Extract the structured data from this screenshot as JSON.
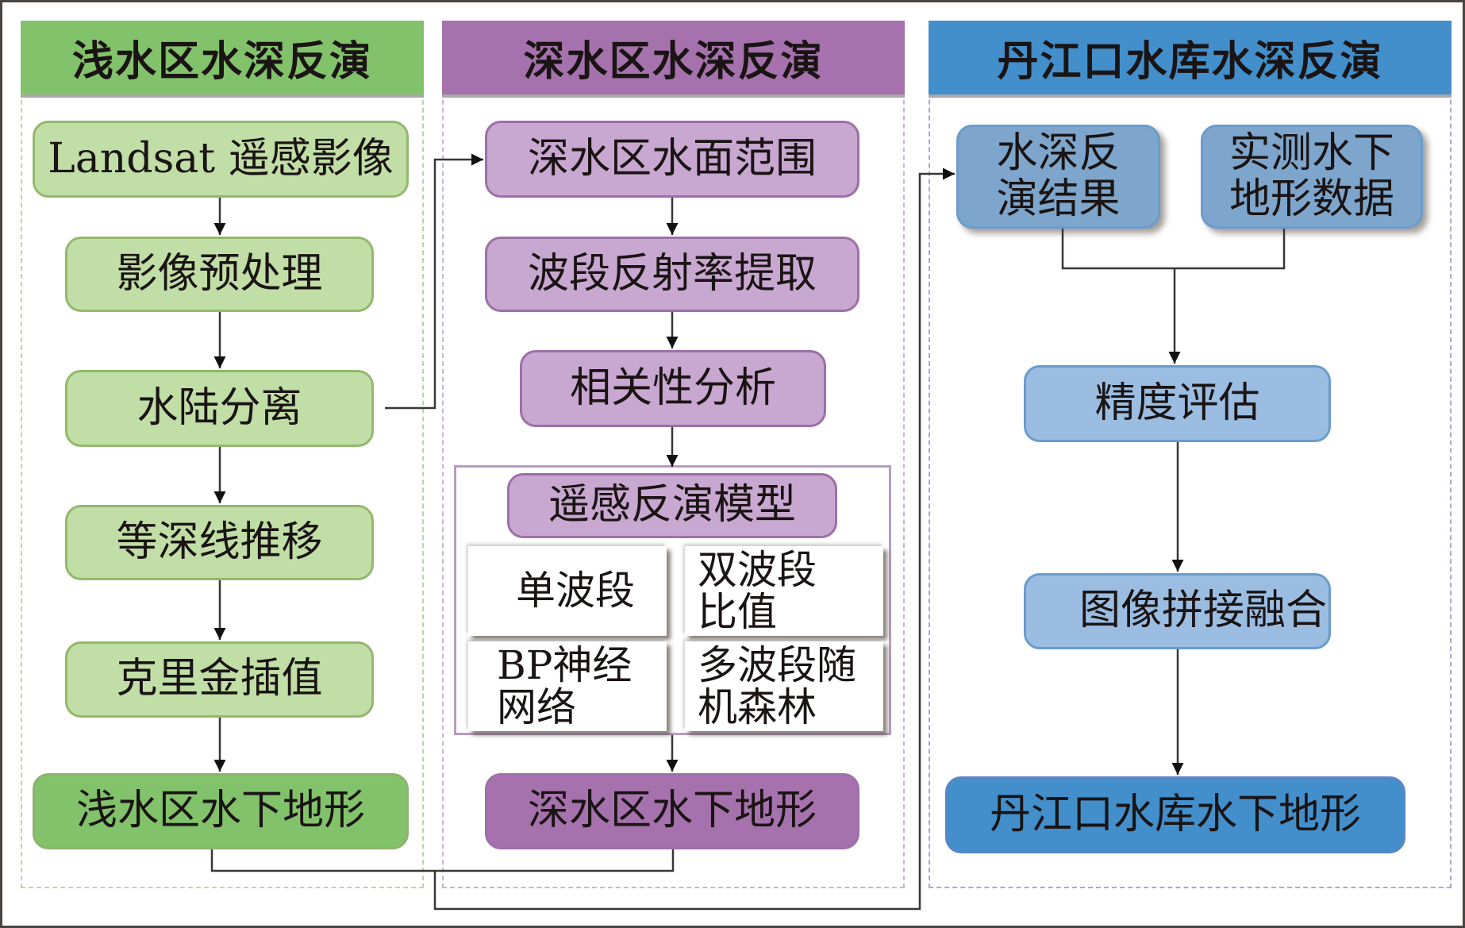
{
  "diagram": {
    "columns": [
      {
        "title": "浅水区水深反演",
        "color": "#82c26b",
        "steps": [
          "Landsat 遥感影像",
          "影像预处理",
          "水陆分离",
          "等深线推移",
          "克里金插值"
        ],
        "output": "浅水区水下地形"
      },
      {
        "title": "深水区水深反演",
        "color": "#a672ad",
        "steps": [
          "深水区水面范围",
          "波段反射率提取",
          "相关性分析"
        ],
        "model": {
          "title": "遥感反演模型",
          "methods": [
            "单波段",
            "双波段比值",
            "BP神经网络",
            "多波段随机森林"
          ],
          "method_lines": [
            [
              "单波段"
            ],
            [
              "双波段",
              "比值"
            ],
            [
              "BP神经",
              "网络"
            ],
            [
              "多波段随",
              "机森林"
            ]
          ]
        },
        "output": "深水区水下地形"
      },
      {
        "title": "丹江口水库水深反演",
        "color": "#428fcb",
        "inputs": [
          {
            "label": "水深反演结果",
            "lines": [
              "水深反",
              "演结果"
            ]
          },
          {
            "label": "实测水下地形数据",
            "lines": [
              "实测水下",
              "地形数据"
            ]
          }
        ],
        "steps": [
          "精度评估",
          "图像拼接融合"
        ],
        "output": "丹江口水库水下地形"
      }
    ],
    "edges": [
      [
        "Landsat 遥感影像",
        "影像预处理"
      ],
      [
        "影像预处理",
        "水陆分离"
      ],
      [
        "水陆分离",
        "等深线推移"
      ],
      [
        "等深线推移",
        "克里金插值"
      ],
      [
        "克里金插值",
        "浅水区水下地形"
      ],
      [
        "水陆分离",
        "深水区水面范围"
      ],
      [
        "深水区水面范围",
        "波段反射率提取"
      ],
      [
        "波段反射率提取",
        "相关性分析"
      ],
      [
        "相关性分析",
        "遥感反演模型"
      ],
      [
        "遥感反演模型",
        "深水区水下地形"
      ],
      [
        "浅水区水下地形",
        "水深反演结果"
      ],
      [
        "深水区水下地形",
        "水深反演结果"
      ],
      [
        "水深反演结果",
        "精度评估"
      ],
      [
        "实测水下地形数据",
        "精度评估"
      ],
      [
        "精度评估",
        "图像拼接融合"
      ],
      [
        "图像拼接融合",
        "丹江口水库水下地形"
      ]
    ]
  }
}
